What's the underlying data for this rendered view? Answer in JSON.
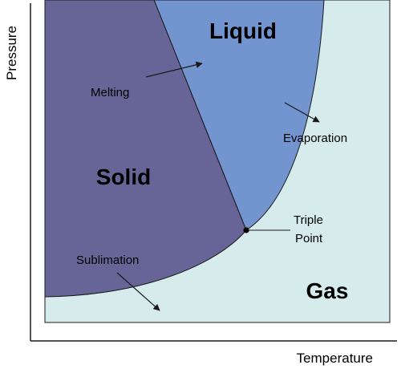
{
  "axes": {
    "x_label": "Temperature",
    "y_label": "Pressure"
  },
  "phases": {
    "solid": "Solid",
    "liquid": "Liquid",
    "gas": "Gas"
  },
  "processes": {
    "melting": "Melting",
    "evaporation": "Evaporation",
    "sublimation": "Sublimation",
    "triple_point_line1": "Triple",
    "triple_point_line2": "Point"
  },
  "colors": {
    "solid": "#676597",
    "liquid": "#7294cf",
    "gas": "#d6ebeb",
    "line": "#1a1a1a"
  }
}
